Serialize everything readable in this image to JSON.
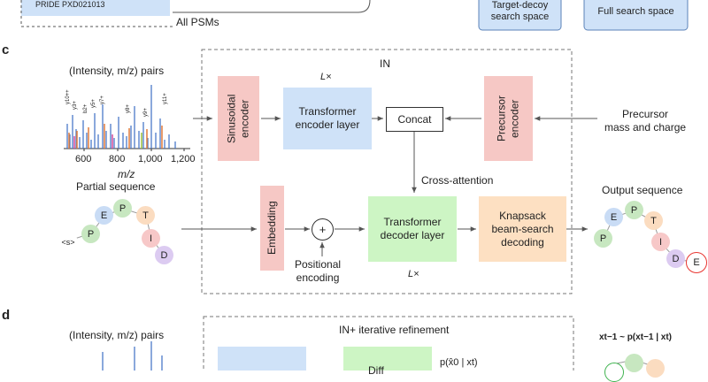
{
  "top": {
    "dataset_box": "PRIDE PXD021013",
    "all_psms": "All PSMs",
    "target_decoy": "Target-decoy\nsearch space",
    "full_search": "Full search space"
  },
  "panel_c": {
    "label": "c",
    "pairs_title": "(Intensity, m/z) pairs",
    "x_ticks": [
      "600",
      "800",
      "1,000",
      "1,200"
    ],
    "x_axis": "m/z",
    "peak_labels": [
      "y10++",
      "y3+",
      "b2+",
      "y5+",
      "y7+",
      "y8+",
      "y9+",
      "y11+"
    ],
    "partial_sequence_title": "Partial sequence",
    "partial_tokens": [
      "<s>",
      "P",
      "E",
      "P",
      "T",
      "I",
      "D"
    ],
    "in_title": "IN",
    "lx_top": "L×",
    "lx_bottom": "L×",
    "sinusoidal_encoder": "Sinusoidal\nencoder",
    "transformer_encoder": "Transformer\nencoder layer",
    "concat": "Concat",
    "precursor_encoder": "Precursor\nencoder",
    "precursor_input": "Precursor\nmass and charge",
    "cross_attention": "Cross-attention",
    "embedding": "Embedding",
    "plus": "+",
    "positional_encoding": "Positional\nencoding",
    "transformer_decoder": "Transformer\ndecoder layer",
    "knapsack": "Knapsack\nbeam-search\ndecoding",
    "output_sequence_title": "Output sequence",
    "output_tokens": [
      "P",
      "E",
      "P",
      "T",
      "I",
      "D",
      "E"
    ]
  },
  "panel_d": {
    "label": "d",
    "pairs_title": "(Intensity, m/z) pairs",
    "refinement_title": "IN+ iterative refinement",
    "diffusion_label": "Diff",
    "p_formula": "p(x̂0 | xt)",
    "posterior_formula": "xt−1 ~ p(xt−1 | xt)"
  },
  "colors": {
    "pink": "#f6c8c5",
    "blue": "#cfe2f8",
    "green": "#cdf5c4",
    "orange": "#fde0c2",
    "dashed": "#777777",
    "output_end": "#e8342f"
  }
}
